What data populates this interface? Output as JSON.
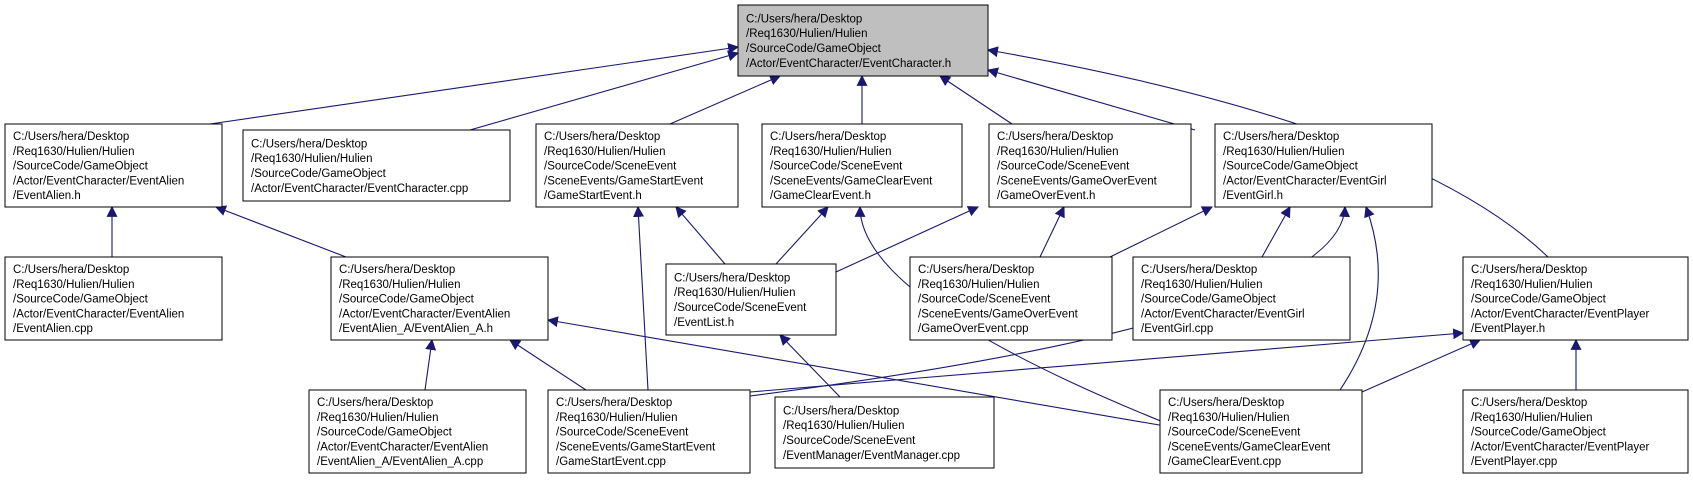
{
  "graph": {
    "edge_color": "#191970",
    "node_border": "#000000",
    "node_fill": "#ffffff",
    "root_fill": "#bfbfbf",
    "nodes": [
      {
        "id": "root",
        "root": true,
        "lines": [
          "C:/Users/hera/Desktop",
          "/Req1630/Hulien/Hulien",
          "/SourceCode/GameObject",
          "/Actor/EventCharacter/EventCharacter.h"
        ]
      },
      {
        "id": "alien_h",
        "lines": [
          "C:/Users/hera/Desktop",
          "/Req1630/Hulien/Hulien",
          "/SourceCode/GameObject",
          "/Actor/EventCharacter/EventAlien",
          "/EventAlien.h"
        ]
      },
      {
        "id": "character_cpp",
        "lines": [
          "C:/Users/hera/Desktop",
          "/Req1630/Hulien/Hulien",
          "/SourceCode/GameObject",
          "/Actor/EventCharacter/EventCharacter.cpp"
        ]
      },
      {
        "id": "gamestart_h",
        "lines": [
          "C:/Users/hera/Desktop",
          "/Req1630/Hulien/Hulien",
          "/SourceCode/SceneEvent",
          "/SceneEvents/GameStartEvent",
          "/GameStartEvent.h"
        ]
      },
      {
        "id": "gameclear_h",
        "lines": [
          "C:/Users/hera/Desktop",
          "/Req1630/Hulien/Hulien",
          "/SourceCode/SceneEvent",
          "/SceneEvents/GameClearEvent",
          "/GameClearEvent.h"
        ]
      },
      {
        "id": "gameover_h",
        "lines": [
          "C:/Users/hera/Desktop",
          "/Req1630/Hulien/Hulien",
          "/SourceCode/SceneEvent",
          "/SceneEvents/GameOverEvent",
          "/GameOverEvent.h"
        ]
      },
      {
        "id": "girl_h",
        "lines": [
          "C:/Users/hera/Desktop",
          "/Req1630/Hulien/Hulien",
          "/SourceCode/GameObject",
          "/Actor/EventCharacter/EventGirl",
          "/EventGirl.h"
        ]
      },
      {
        "id": "alien_cpp",
        "lines": [
          "C:/Users/hera/Desktop",
          "/Req1630/Hulien/Hulien",
          "/SourceCode/GameObject",
          "/Actor/EventCharacter/EventAlien",
          "/EventAlien.cpp"
        ]
      },
      {
        "id": "alien_a_h",
        "lines": [
          "C:/Users/hera/Desktop",
          "/Req1630/Hulien/Hulien",
          "/SourceCode/GameObject",
          "/Actor/EventCharacter/EventAlien",
          "/EventAlien_A/EventAlien_A.h"
        ]
      },
      {
        "id": "eventlist_h",
        "lines": [
          "C:/Users/hera/Desktop",
          "/Req1630/Hulien/Hulien",
          "/SourceCode/SceneEvent",
          "/EventList.h"
        ]
      },
      {
        "id": "gameover_cpp",
        "lines": [
          "C:/Users/hera/Desktop",
          "/Req1630/Hulien/Hulien",
          "/SourceCode/SceneEvent",
          "/SceneEvents/GameOverEvent",
          "/GameOverEvent.cpp"
        ]
      },
      {
        "id": "girl_cpp",
        "lines": [
          "C:/Users/hera/Desktop",
          "/Req1630/Hulien/Hulien",
          "/SourceCode/GameObject",
          "/Actor/EventCharacter/EventGirl",
          "/EventGirl.cpp"
        ]
      },
      {
        "id": "player_h",
        "lines": [
          "C:/Users/hera/Desktop",
          "/Req1630/Hulien/Hulien",
          "/SourceCode/GameObject",
          "/Actor/EventCharacter/EventPlayer",
          "/EventPlayer.h"
        ]
      },
      {
        "id": "alien_a_cpp",
        "lines": [
          "C:/Users/hera/Desktop",
          "/Req1630/Hulien/Hulien",
          "/SourceCode/GameObject",
          "/Actor/EventCharacter/EventAlien",
          "/EventAlien_A/EventAlien_A.cpp"
        ]
      },
      {
        "id": "gamestart_cpp",
        "lines": [
          "C:/Users/hera/Desktop",
          "/Req1630/Hulien/Hulien",
          "/SourceCode/SceneEvent",
          "/SceneEvents/GameStartEvent",
          "/GameStartEvent.cpp"
        ]
      },
      {
        "id": "eventmanager_cpp",
        "lines": [
          "C:/Users/hera/Desktop",
          "/Req1630/Hulien/Hulien",
          "/SourceCode/SceneEvent",
          "/EventManager/EventManager.cpp"
        ]
      },
      {
        "id": "gameclear_cpp",
        "lines": [
          "C:/Users/hera/Desktop",
          "/Req1630/Hulien/Hulien",
          "/SourceCode/SceneEvent",
          "/SceneEvents/GameClearEvent",
          "/GameClearEvent.cpp"
        ]
      },
      {
        "id": "player_cpp",
        "lines": [
          "C:/Users/hera/Desktop",
          "/Req1630/Hulien/Hulien",
          "/SourceCode/GameObject",
          "/Actor/EventCharacter/EventPlayer",
          "/EventPlayer.cpp"
        ]
      }
    ],
    "edges": [
      {
        "from": "alien_h",
        "to": "root"
      },
      {
        "from": "character_cpp",
        "to": "root"
      },
      {
        "from": "gamestart_h",
        "to": "root"
      },
      {
        "from": "gameclear_h",
        "to": "root"
      },
      {
        "from": "gameover_h",
        "to": "root"
      },
      {
        "from": "girl_h",
        "to": "root"
      },
      {
        "from": "player_h",
        "to": "root"
      },
      {
        "from": "alien_cpp",
        "to": "alien_h"
      },
      {
        "from": "alien_a_h",
        "to": "alien_h"
      },
      {
        "from": "eventlist_h",
        "to": "gamestart_h"
      },
      {
        "from": "gamestart_cpp",
        "to": "gamestart_h"
      },
      {
        "from": "eventlist_h",
        "to": "gameclear_h"
      },
      {
        "from": "gameclear_cpp",
        "to": "gameclear_h"
      },
      {
        "from": "eventlist_h",
        "to": "gameover_h"
      },
      {
        "from": "gameover_cpp",
        "to": "gameover_h"
      },
      {
        "from": "gameover_cpp",
        "to": "girl_h"
      },
      {
        "from": "girl_cpp",
        "to": "girl_h"
      },
      {
        "from": "gamestart_cpp",
        "to": "girl_h"
      },
      {
        "from": "gameclear_cpp",
        "to": "girl_h"
      },
      {
        "from": "alien_a_cpp",
        "to": "alien_a_h"
      },
      {
        "from": "gamestart_cpp",
        "to": "alien_a_h"
      },
      {
        "from": "gameclear_cpp",
        "to": "alien_a_h"
      },
      {
        "from": "eventmanager_cpp",
        "to": "eventlist_h"
      },
      {
        "from": "gamestart_cpp",
        "to": "player_h"
      },
      {
        "from": "gameclear_cpp",
        "to": "player_h"
      },
      {
        "from": "player_cpp",
        "to": "player_h"
      }
    ]
  }
}
